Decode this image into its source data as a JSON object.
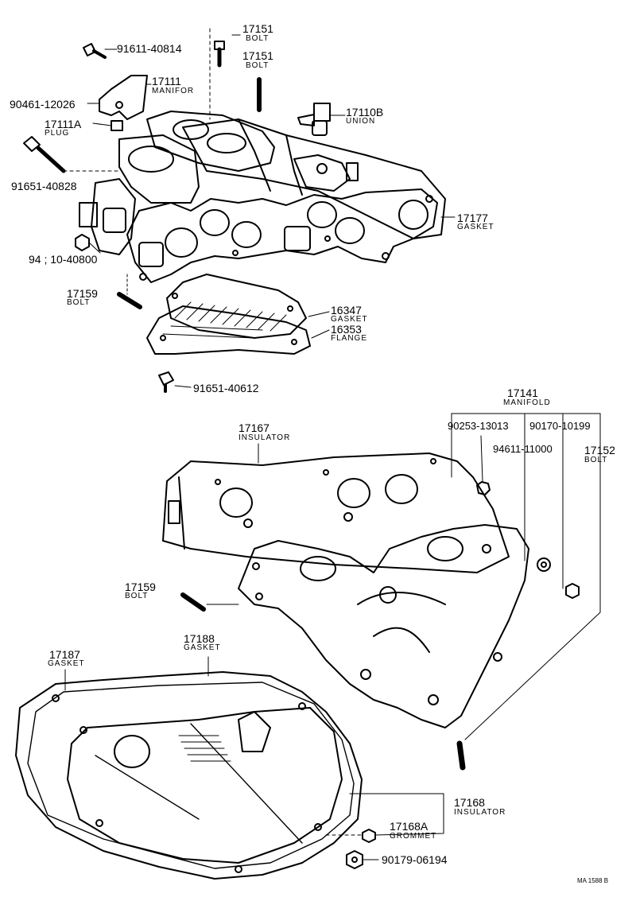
{
  "labels": {
    "p17151a_num": "17151",
    "p17151a_name": "BOLT",
    "p17151b_num": "17151",
    "p17151b_name": "BOLT",
    "p91611": "91611-40814",
    "p17111_num": "17111",
    "p17111_name": "MANIFOR",
    "p90461": "90461-12026",
    "p17111a_num": "17111A",
    "p17111a_name": "PLUG",
    "p17110b_num": "17110B",
    "p17110b_name": "UNION",
    "p91651a": "91651-40828",
    "p17177_num": "17177",
    "p17177_name": "GASKET",
    "p9410": "94 ; 10-40800",
    "p17159a_num": "17159",
    "p17159a_name": "BOLT",
    "p16347_num": "16347",
    "p16347_name": "GASKET",
    "p16353_num": "16353",
    "p16353_name": "FLANGE",
    "p91651b": "91651-40612",
    "p17141_num": "17141",
    "p17141_name": "MANIFOLD",
    "p90253": "90253-13013",
    "p90170": "90170-10199",
    "p94611": "94611-11000",
    "p17152_num": "17152",
    "p17152_name": "BOLT",
    "p17167_num": "17167",
    "p17167_name": "INSULATOR",
    "p17159b_num": "17159",
    "p17159b_name": "BOLT",
    "p17187_num": "17187",
    "p17187_name": "GASKET",
    "p17188_num": "17188",
    "p17188_name": "GASKET",
    "p17168_num": "17168",
    "p17168_name": "INSULATOR",
    "p17168a_num": "17168A",
    "p17168a_name": "GROMMET",
    "p90179": "90179-06194",
    "ref": "MA  1588 B"
  },
  "colors": {
    "ink": "#000000",
    "paper": "#ffffff"
  }
}
